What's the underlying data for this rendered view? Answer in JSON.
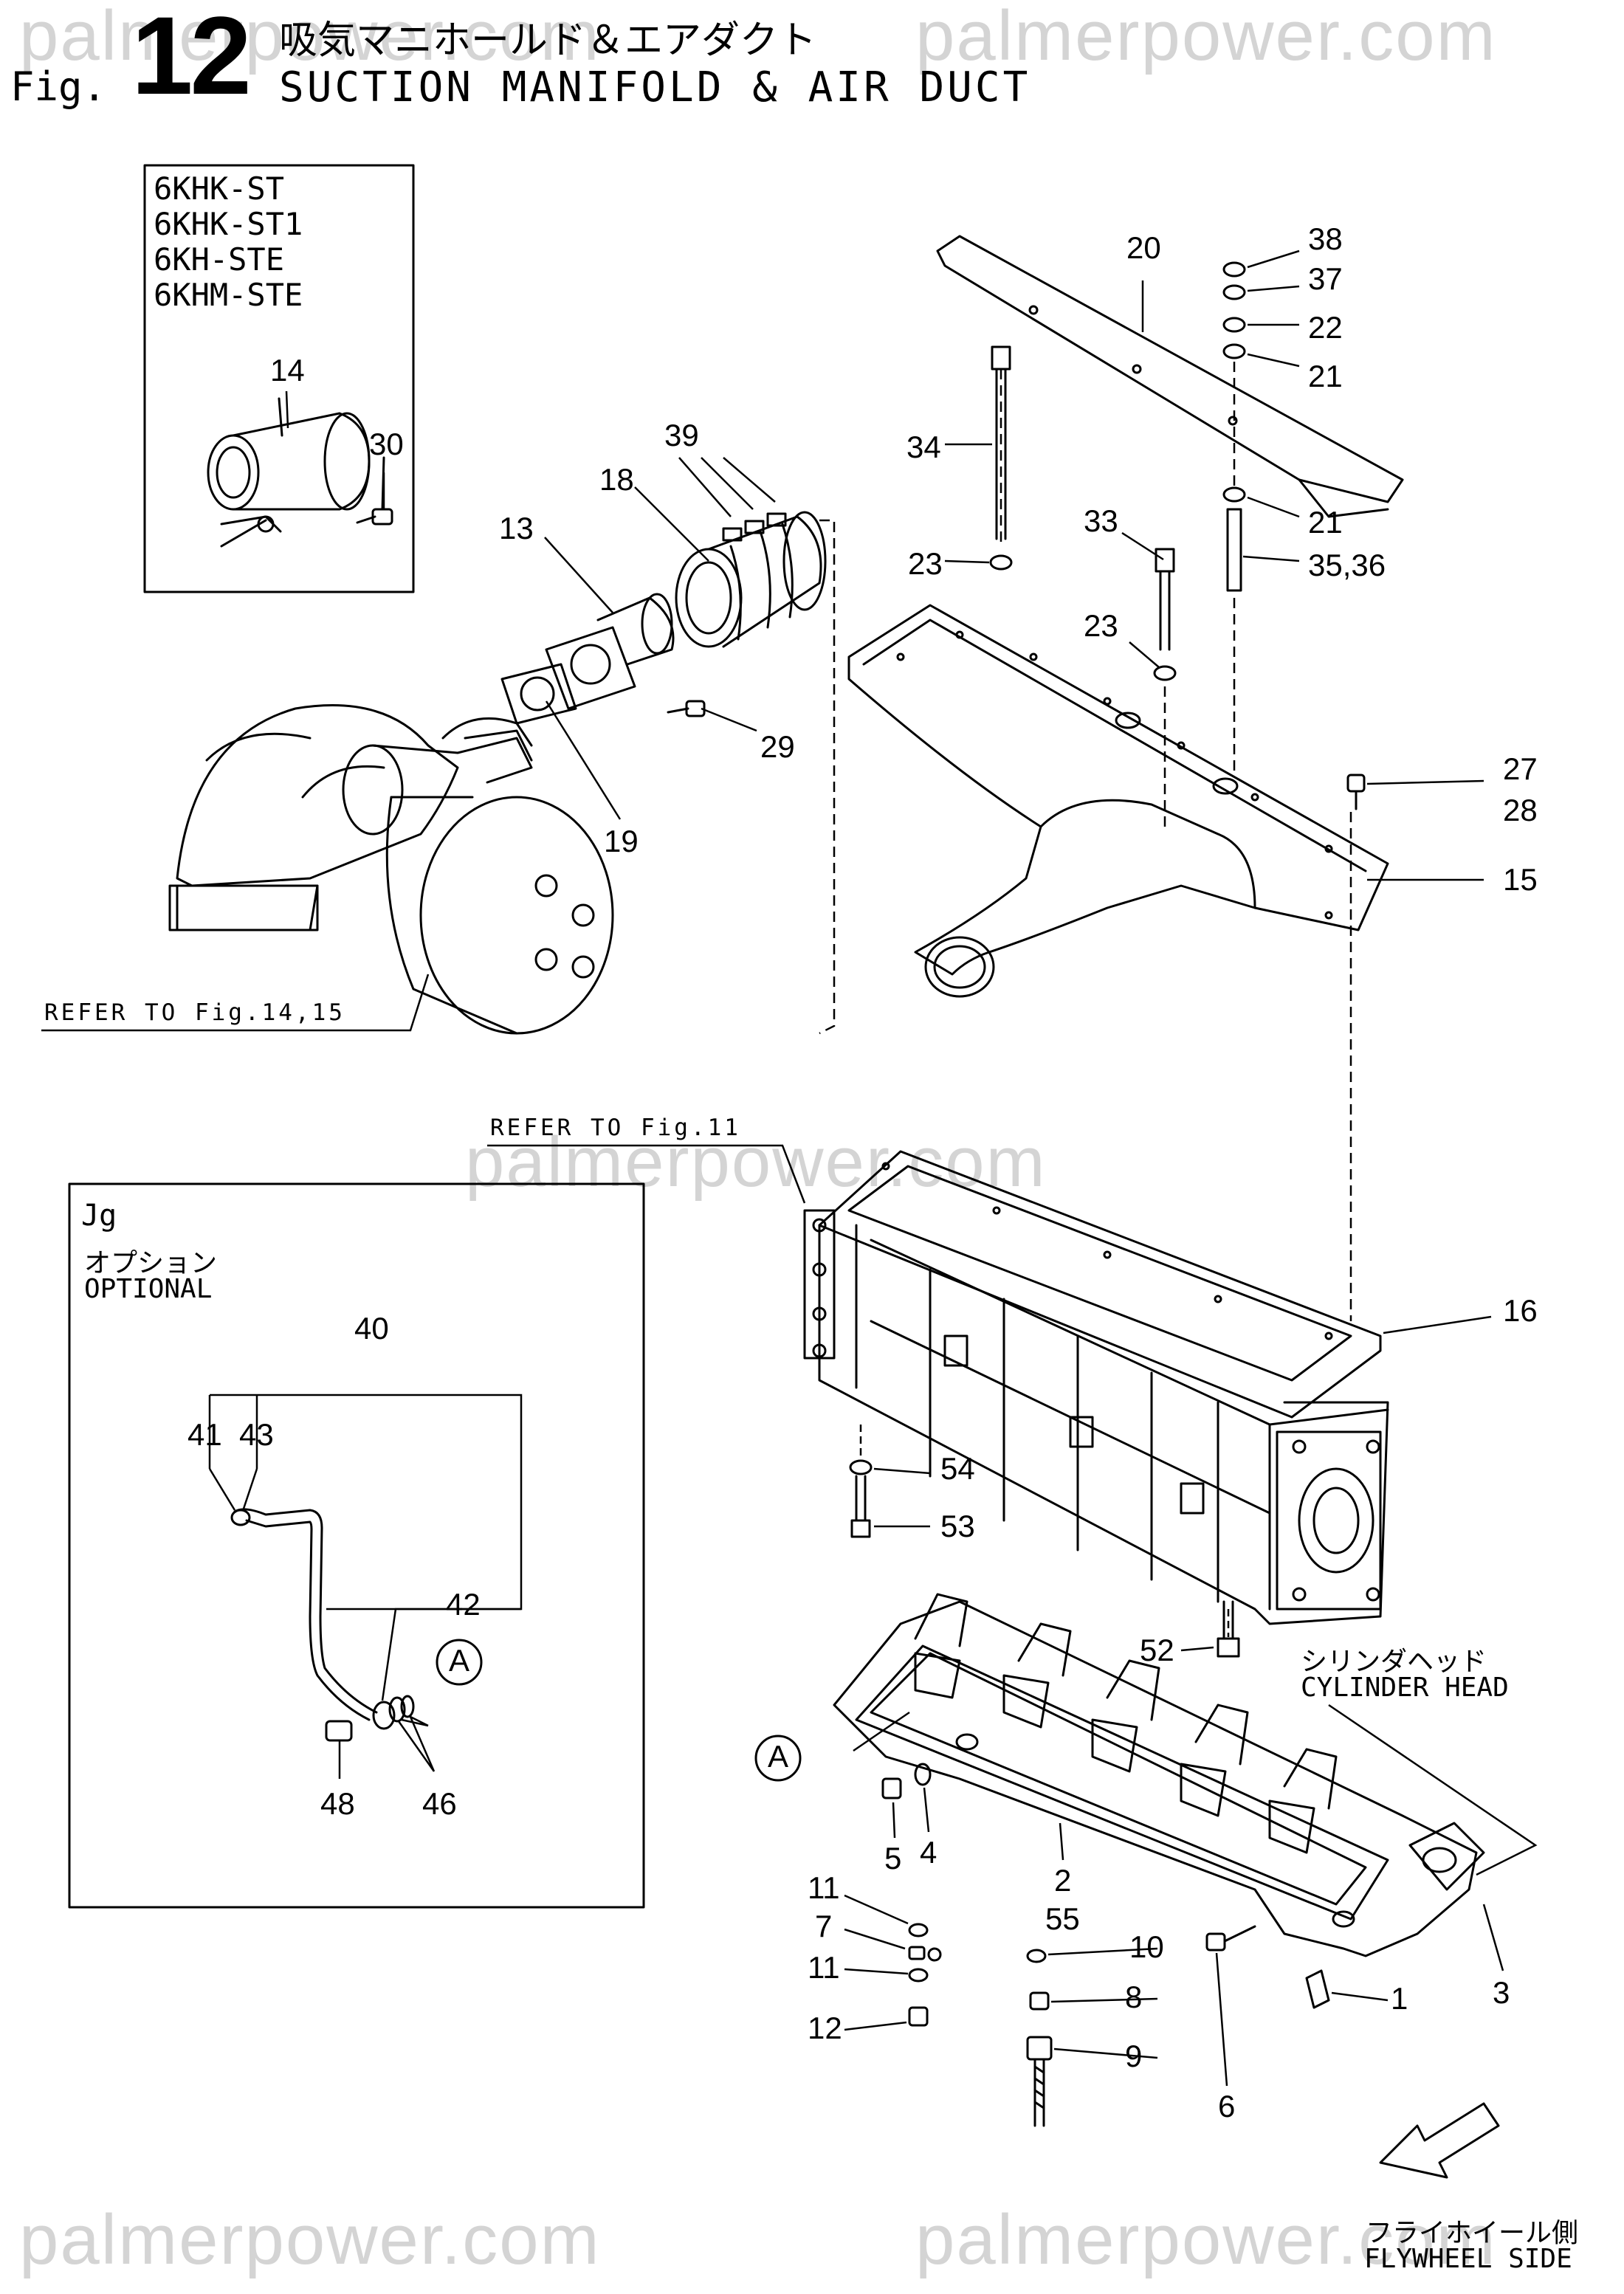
{
  "watermark": "palmerpower.com",
  "header": {
    "fig_prefix": "Fig.",
    "fig_number": "12",
    "title_jp": "吸気マニホールド＆エアダクト",
    "title_en": "SUCTION MANIFOLD & AIR DUCT"
  },
  "model_box": {
    "models": [
      "6KHK-ST",
      "6KHK-ST1",
      "6KH-STE",
      "6KHM-STE"
    ],
    "parts": [
      "14",
      "30"
    ]
  },
  "optional_box": {
    "code": "Jg",
    "label_jp": "オプション",
    "label_en": "OPTIONAL",
    "parts": [
      "40",
      "41",
      "43",
      "42",
      "46",
      "48"
    ],
    "marker": "A"
  },
  "refs": {
    "fig_14_15": "REFER TO Fig.14,15",
    "fig_11": "REFER TO Fig.11"
  },
  "cylinder_head": {
    "jp": "シリンダヘッド",
    "en": "CYLINDER HEAD"
  },
  "flywheel_side": {
    "jp": "フライホイール側",
    "en": "FLYWHEEL SIDE"
  },
  "main_marker": "A",
  "part_labels": {
    "p38": "38",
    "p37": "37",
    "p22": "22",
    "p21a": "21",
    "p20": "20",
    "p34": "34",
    "p21b": "21",
    "p33": "33",
    "p35_36": "35,36",
    "p23a": "23",
    "p23b": "23",
    "p39": "39",
    "p18": "18",
    "p13": "13",
    "p29": "29",
    "p19": "19",
    "p27": "27",
    "p28": "28",
    "p15": "15",
    "p16": "16",
    "p54": "54",
    "p53": "53",
    "p52": "52",
    "p5": "5",
    "p4": "4",
    "p2": "2",
    "p55": "55",
    "p3": "3",
    "p11a": "11",
    "p7": "7",
    "p11b": "11",
    "p12": "12",
    "p10": "10",
    "p8": "8",
    "p9": "9",
    "p6": "6",
    "p1": "1"
  }
}
